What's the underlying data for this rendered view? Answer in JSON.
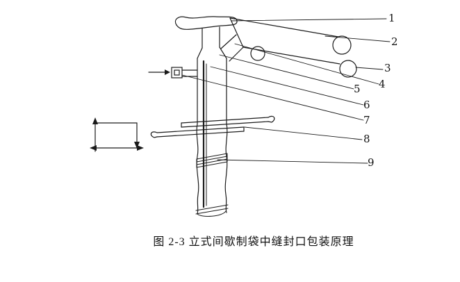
{
  "page": {
    "background_color": "#ffffff",
    "line_color": "#1a1a1a"
  },
  "figure_caption": "图 2-3 立式间歇制袋中缝封口包装原理",
  "callout_labels": [
    "1",
    "2",
    "3",
    "4",
    "5",
    "6",
    "7",
    "8",
    "9"
  ]
}
